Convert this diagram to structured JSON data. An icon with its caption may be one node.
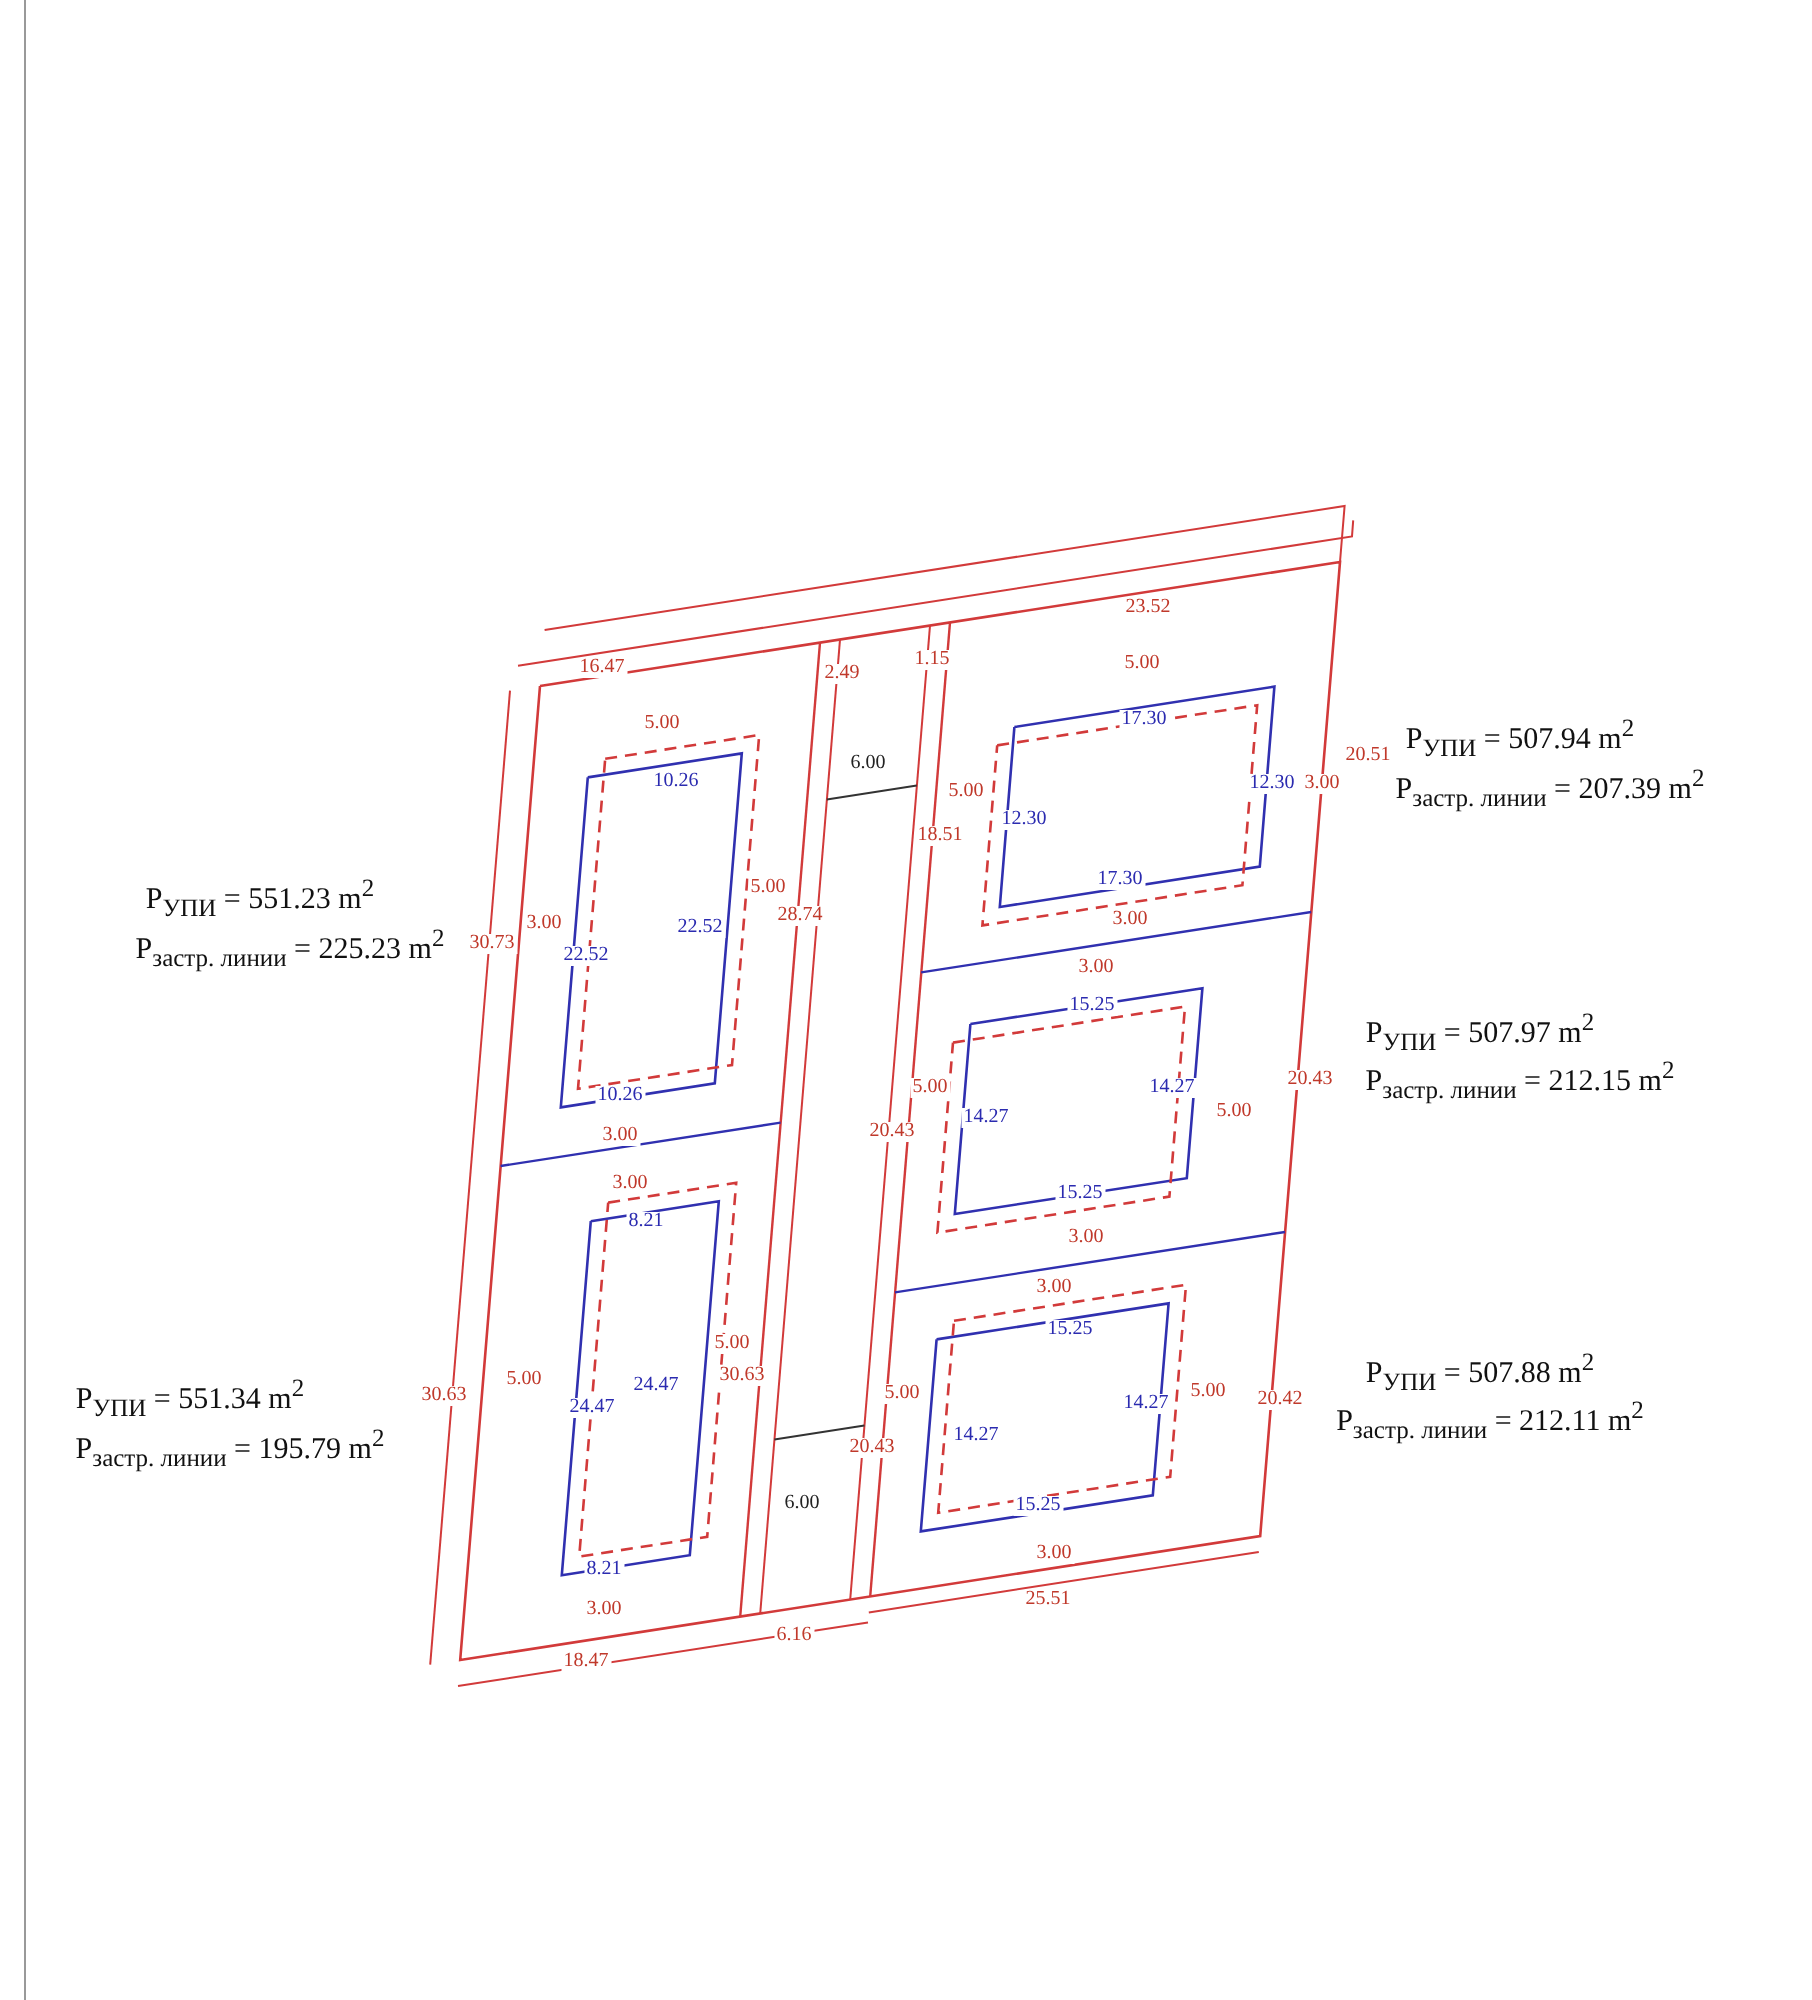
{
  "diagram": {
    "labels": [
      "23.52",
      "16.47",
      "2.49",
      "1.15",
      "5.00",
      "5.00",
      "17.30",
      "6.00",
      "10.26",
      "P$_{УПИ}$ = 507.94 m$^{2}$",
      "P$_{застр. линии}$ = 207.39 m$^{2}$",
      "20.51",
      "12.30",
      "3.00",
      "12.30",
      "5.00",
      "18.51",
      "5.00",
      "28.74",
      "3.00",
      "22.52",
      "22.52",
      "30.73",
      "P$_{УПИ}$ = 551.23 m$^{2}$",
      "P$_{застр. линии}$ = 225.23 m$^{2}$",
      "17.30",
      "3.00",
      "3.00",
      "15.25",
      "P$_{УПИ}$ = 507.97 m$^{2}$",
      "P$_{застр. линии}$ = 212.15 m$^{2}$",
      "5.00",
      "20.43",
      "14.27",
      "14.27",
      "20.43",
      "5.00",
      "10.26",
      "3.00",
      "3.00",
      "8.21",
      "15.25",
      "3.00",
      "3.00",
      "15.25",
      "5.00",
      "24.47",
      "24.47",
      "30.63",
      "5.00",
      "30.63",
      "5.00",
      "20.43",
      "14.27",
      "14.27",
      "5.00",
      "20.42",
      "P$_{УПИ}$ = 551.34 m$^{2}$",
      "P$_{застр. линии}$ = 195.79 m$^{2}$",
      "P$_{УПИ}$ = 507.88 m$^{2}$",
      "P$_{застр. линии}$ = 212.11 m$^{2}$",
      "6.00",
      "15.25",
      "8.21",
      "3.00",
      "3.00",
      "25.51",
      "6.16",
      "18.47"
    ]
  }
}
